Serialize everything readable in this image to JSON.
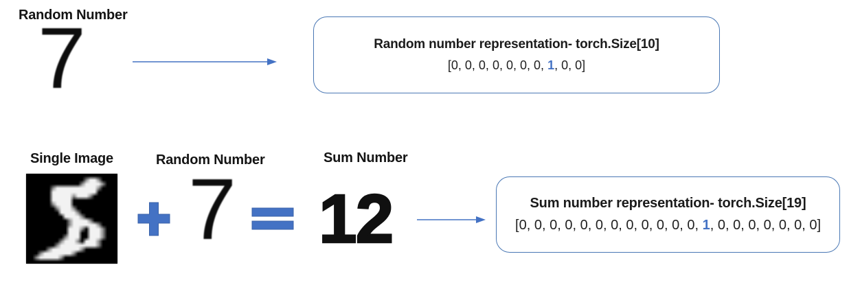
{
  "colors": {
    "accent": "#4472C4",
    "box_border": "#4977B4",
    "text": "#1b1b1b"
  },
  "top_flow": {
    "label": "Random Number",
    "digit": "7",
    "arrow_icon": "right-arrow",
    "box": {
      "title": "Random number representation- torch.Size[10]",
      "vector": {
        "values": [
          0,
          0,
          0,
          0,
          0,
          0,
          0,
          1,
          0,
          0
        ],
        "highlight_index": 7
      }
    }
  },
  "bottom_flow": {
    "image_label": "Single Image",
    "image_digit": "5",
    "image_bitmap": [
      "......................",
      "..............+##+....",
      ".............+####+...",
      "......+##########+....",
      "......###########.....",
      "......#####+###+......",
      "......#####...........",
      "......+####...........",
      ".......+###+..........",
      "........####+.........",
      ".........####+........",
      "..........+####+......",
      "..........+######+....",
      "..........###+.###+...",
      "..........###..###+...",
      ".........+###..###+...",
      "........+###+.###+....",
      ".......+#########+....",
      ".....+#######+........",
      "...+#######+..........",
      "..+#####+.............",
      "......................"
    ],
    "plus_operator": "+",
    "random_label": "Random Number",
    "random_digit": "7",
    "equals_operator": "=",
    "sum_label": "Sum Number",
    "sum_value": "12",
    "arrow_icon": "right-arrow",
    "box": {
      "title": "Sum number representation- torch.Size[19]",
      "vector": {
        "values": [
          0,
          0,
          0,
          0,
          0,
          0,
          0,
          0,
          0,
          0,
          0,
          0,
          1,
          0,
          0,
          0,
          0,
          0,
          0,
          0
        ],
        "highlight_index": 12
      }
    }
  }
}
